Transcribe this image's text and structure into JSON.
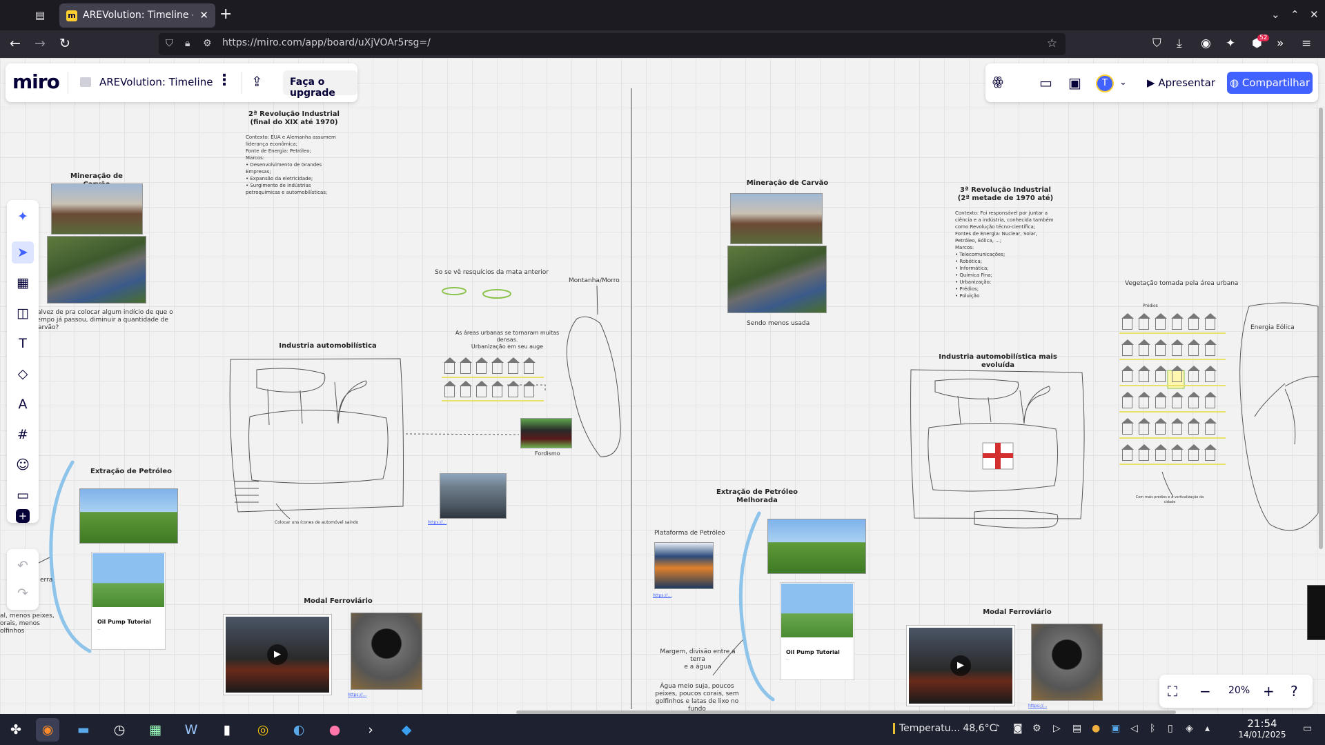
{
  "browser": {
    "tab_title": "AREVolution: Timeline - Miro",
    "url": "https://miro.com/app/board/uXjVOAr5rsg=/",
    "extensions_badge": "52"
  },
  "miro": {
    "logo": "miro",
    "board_name": "AREVolution: Timeline",
    "upgrade_label": "Faça o upgrade",
    "reactions_label": "ꙮ",
    "present_label": "Apresentar",
    "share_label": "Compartilhar",
    "avatar_initial": "T",
    "zoom": "20%"
  },
  "board": {
    "rev2": {
      "title": "2ª Revolução Industrial\n(final do XIX até 1970)",
      "body": "Contexto: EUA e Alemanha assumem liderança econômica;\nFonte de Energia: Petróleo;\nMarcos:\n  • Desenvolvimento de Grandes Empresas;\n  • Expansão da eletricidade;\n  • Surgimento de indústrias petroquímicas e automobilísticas;"
    },
    "rev3": {
      "title": "3ª Revolução Industrial\n(2ª metade de 1970 até)",
      "body": "Contexto: Foi responsável por juntar a ciência e a indústria, conhecida também como Revolução técno-científica;\nFontes de Energia: Nuclear, Solar, Petróleo, Eólica, ...;\nMarcos:\n  • Telecomunicações;\n  • Robótica;\n  • Informática;\n  • Química Fina;\n  • Urbanização;\n  • Prédios;\n  • Poluição"
    },
    "labels": {
      "mineracao_left": "Mineração de Carvão",
      "mineracao_right": "Mineração de Carvão",
      "carvao_note": "Talvez de pra colocar algum indício de que o tempo já passou, diminuir a quantidade de carvão?",
      "industria_auto": "Industria automobilística",
      "industria_auto_evol": "Industria automobilística mais evoluída",
      "resquicios": "So se vê resquícios da mata anterior",
      "montanha": "Montanha/Morro",
      "areas_urbanas": "As áreas urbanas se tornaram muitas densas.\nUrbanização em seu auge",
      "fordismo": "Fordismo",
      "extracao_petroleo": "Extração de Petróleo",
      "extracao_melhorada": "Extração de Petróleo Melhorada",
      "modal_left": "Modal Ferroviário",
      "modal_right": "Modal Ferroviário",
      "sendo_menos": "Sendo menos usada",
      "vegetacao": "Vegetação tomada pela área urbana",
      "energia_eolica": "Energia Eólica",
      "plataforma": "Plataforma de Petróleo",
      "margem": "Margem, divisão entre a terra\ne a água",
      "agua": "Água meio suja, poucos\npeixes, poucos corais, sem\ngolfinhos e latas de lixo no\nfundo",
      "left_partial": "al, menos peixes,\norais, menos\nolfinhos",
      "left_partial2": "erra",
      "oil_pump_title": "Oil Pump Tutorial",
      "predios": "Prédios",
      "ruas_note": "Com mais prédios e a verticalização da cidade",
      "carro_note": "Colocar uns ícones de automóvel saindo"
    }
  },
  "taskbar": {
    "temperature": "Temperatu... 48,6°C",
    "time": "21:54",
    "date": "14/01/2025"
  }
}
